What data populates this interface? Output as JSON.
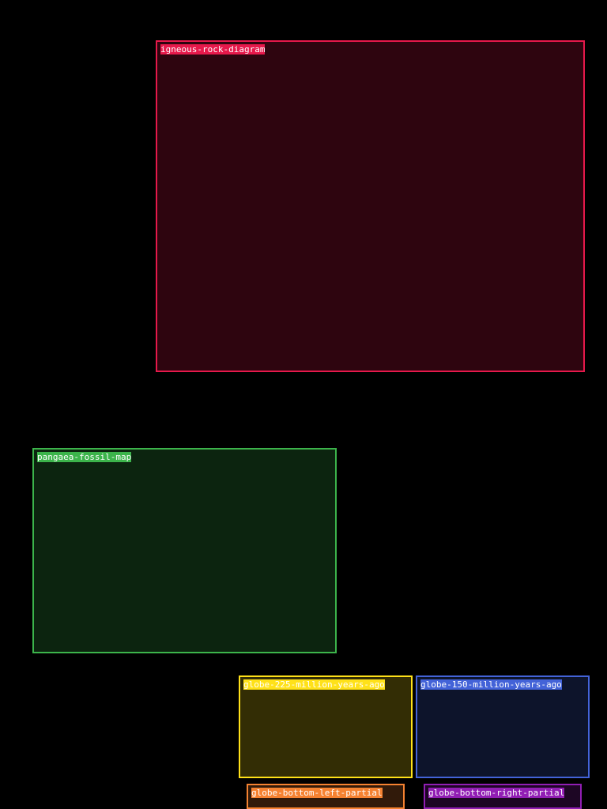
{
  "regions": [
    {
      "name": "igneous-rock-diagram",
      "color": "#e6194b"
    },
    {
      "name": "pangaea-fossil-map",
      "color": "#3cb44b"
    },
    {
      "name": "globe-225-million-years-ago",
      "color": "#ffe119"
    },
    {
      "name": "globe-150-million-years-ago",
      "color": "#4363d8"
    },
    {
      "name": "globe-bottom-left-partial",
      "color": "#f58231"
    },
    {
      "name": "globe-bottom-right-partial",
      "color": "#911eb4"
    }
  ]
}
